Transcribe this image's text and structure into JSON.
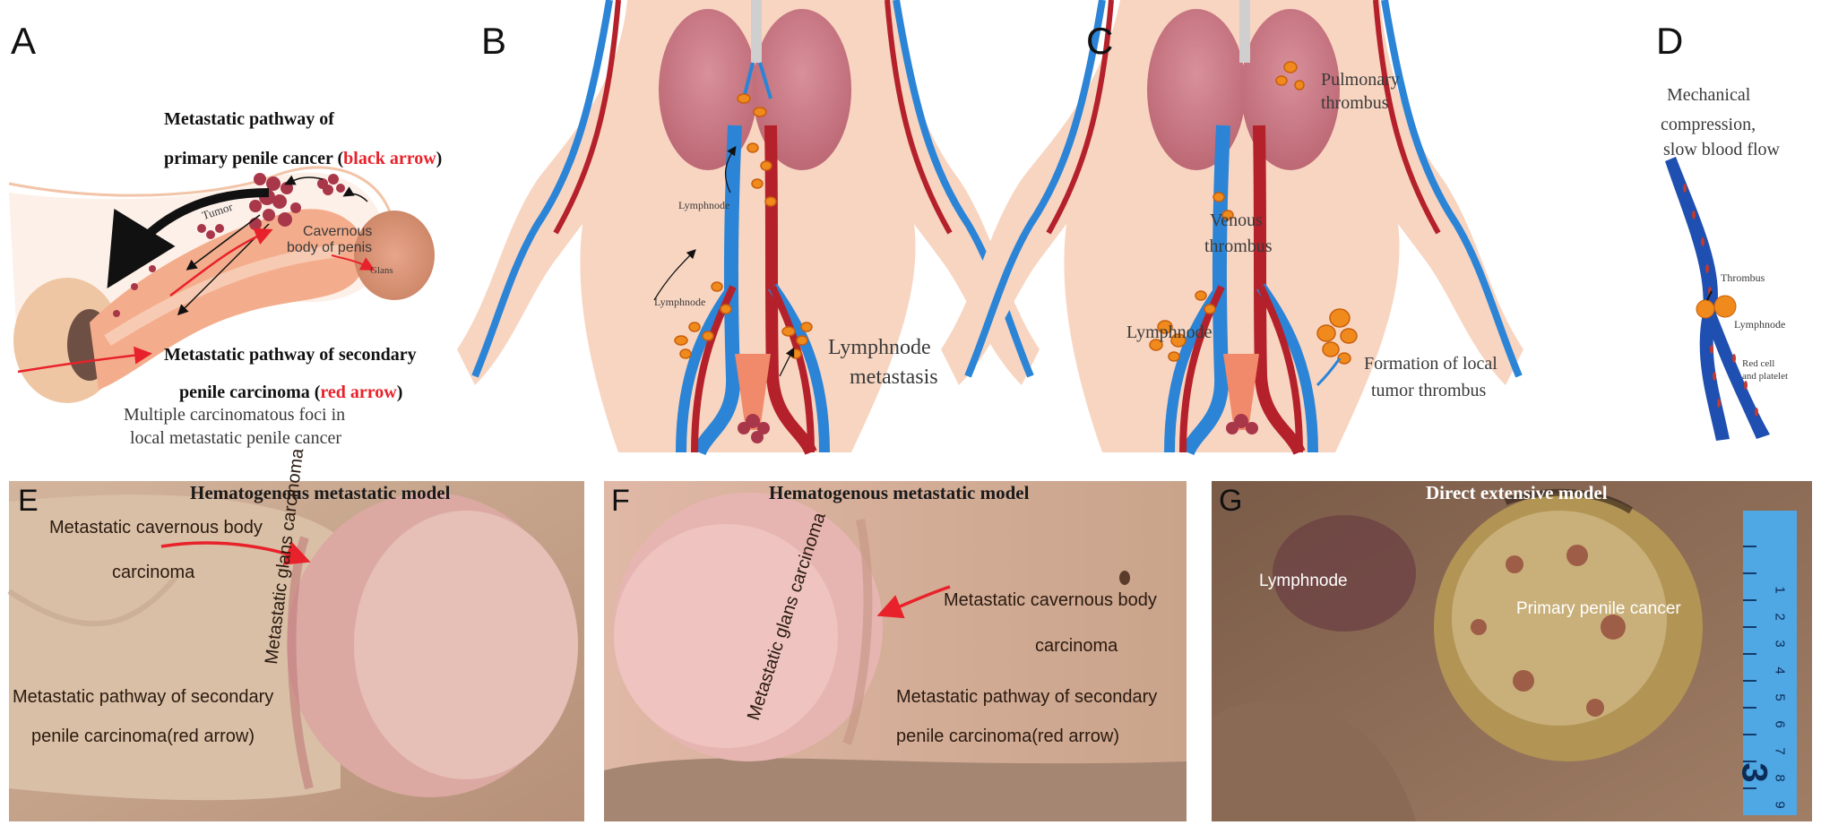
{
  "panels": {
    "a": {
      "letter": "A",
      "title_line1": "Metastatic pathway of",
      "title_line2": "primary penile cancer (",
      "title_line2_red": "black arrow",
      "title_line2_end": ")",
      "label_tumor": "Tumor",
      "label_cavernous": "Cavernous",
      "label_body": "body of penis",
      "label_glans": "Glans",
      "secondary_line1": "Metastatic pathway of secondary",
      "secondary_line2": "penile carcinoma (",
      "secondary_line2_red": "red arrow",
      "secondary_line2_end": ")",
      "foci_line1": "Multiple carcinomatous foci in",
      "foci_line2": "local metastatic penile cancer"
    },
    "b": {
      "letter": "B",
      "lymphnode_1": "Lymphnode",
      "lymphnode_2": "Lymphnode",
      "metastasis_line1": "Lymphnode",
      "metastasis_line2": "metastasis"
    },
    "c": {
      "letter": "C",
      "pulmonary_line1": "Pulmonary",
      "pulmonary_line2": "thrombus",
      "venous_line1": "Venous",
      "venous_line2": "thrombus",
      "lymphnode": "Lymphnode",
      "local_line1": "Formation of  local",
      "local_line2": "tumor thrombus"
    },
    "d": {
      "letter": "D",
      "mech_line1": "Mechanical",
      "mech_line2": "compression,",
      "mech_line3": "slow blood flow",
      "thrombus": "Thrombus",
      "lymphnode": "Lymphnode",
      "red_line1": "Red cell",
      "red_line2": "and platelet"
    },
    "e": {
      "letter": "E",
      "title": "Hematogenous metastatic model",
      "cavernous_line1": "Metastatic cavernous body",
      "cavernous_line2": "carcinoma",
      "glans": "Metastatic glans carcinoma",
      "pathway_line1": "Metastatic pathway of secondary",
      "pathway_line2": "penile carcinoma(red arrow)"
    },
    "f": {
      "letter": "F",
      "title": "Hematogenous metastatic model",
      "glans": "Metastatic glans carcinoma",
      "cavernous_line1": "Metastatic cavernous  body",
      "cavernous_line2": "carcinoma",
      "pathway_line1": "Metastatic pathway of secondary",
      "pathway_line2": "penile carcinoma(red arrow)"
    },
    "g": {
      "letter": "G",
      "title": "Direct extensive model",
      "lymphnode": "Lymphnode",
      "primary": "Primary penile cancer",
      "ruler_ticks": [
        "1",
        "2",
        "3",
        "4",
        "5",
        "6",
        "7",
        "8",
        "9"
      ],
      "ruler_big": "3"
    }
  },
  "colors": {
    "skin": "#f6c9b0",
    "vein": "#1f6fc0",
    "artery": "#b4212b",
    "node": "#f08a1c",
    "red_arrow": "#e8222a",
    "black_arrow": "#111111"
  }
}
